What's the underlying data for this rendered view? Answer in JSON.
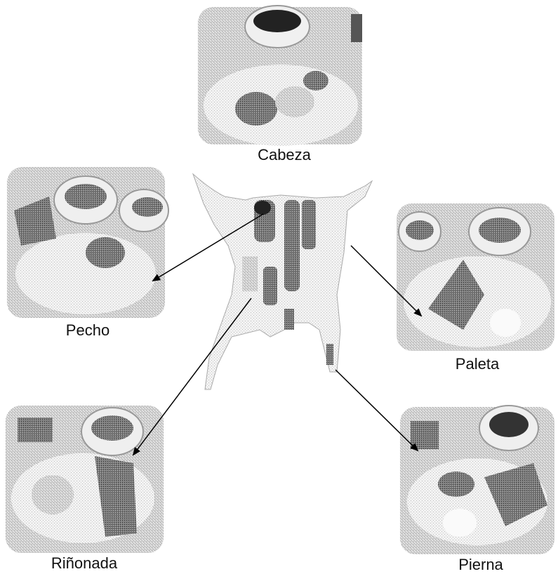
{
  "cuts": [
    {
      "id": "cabeza",
      "label": "Cabeza"
    },
    {
      "id": "pecho",
      "label": "Pecho"
    },
    {
      "id": "paleta",
      "label": "Paleta"
    },
    {
      "id": "rinonada",
      "label": "Riñonada"
    },
    {
      "id": "pierna",
      "label": "Pierna"
    }
  ],
  "colors": {
    "photo_bg": "#dcdcdc",
    "plate": "#f6f6f6",
    "bowl": "#eeeeee",
    "food_dark": "#555555",
    "food_mid": "#8a8a8a",
    "arrow": "#000000"
  }
}
